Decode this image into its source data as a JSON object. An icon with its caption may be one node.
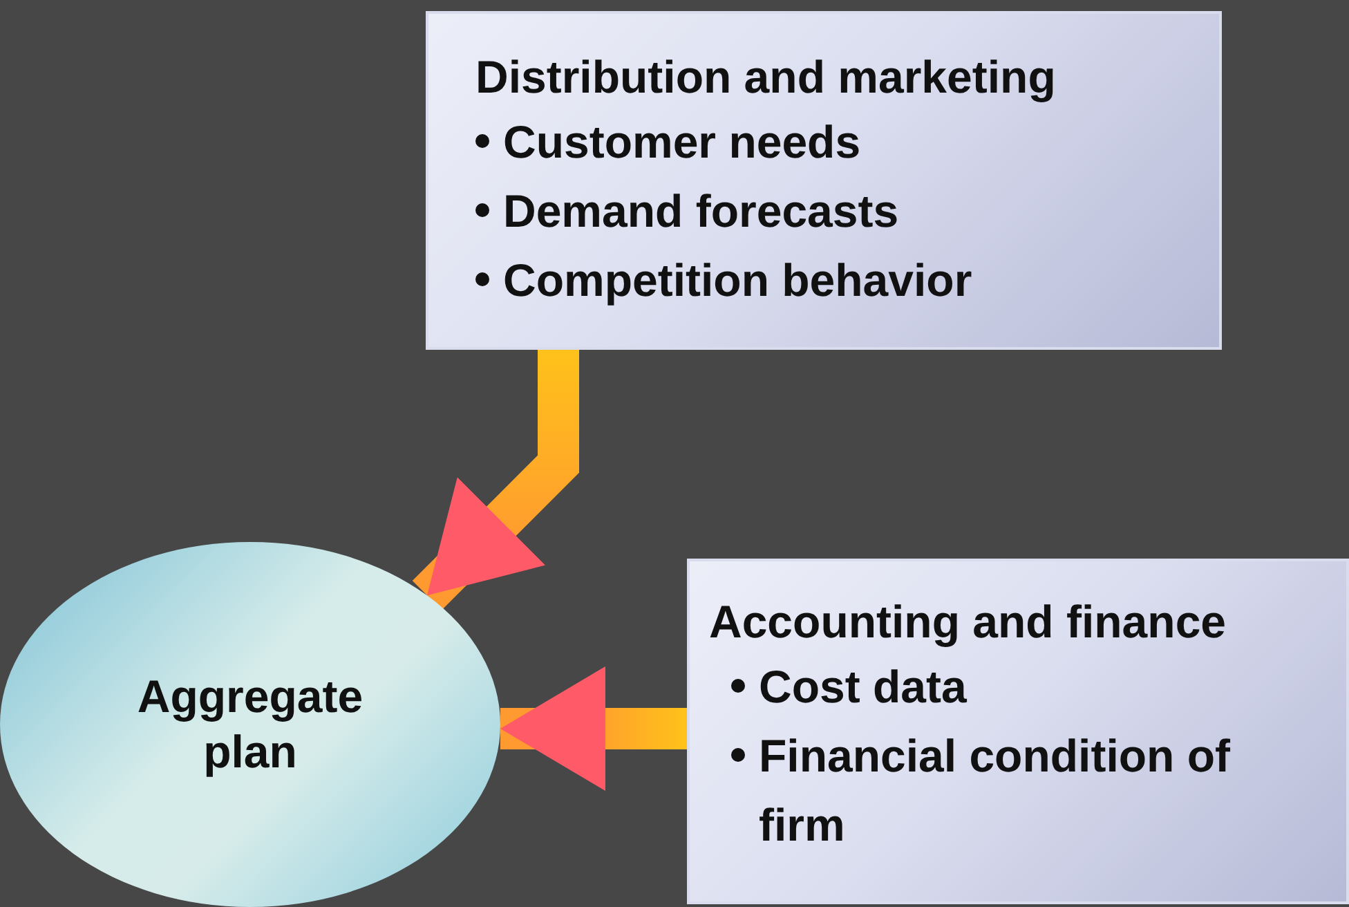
{
  "diagram": {
    "nodes": [
      {
        "text": [
          "Distribution and marketing",
          "Customer needs",
          "Demand forecasts",
          "Competition behavior"
        ]
      },
      {
        "text": [
          "Aggregate plan"
        ]
      },
      {
        "text": [
          "Accounting and finance",
          "Cost data",
          "Financial condition of firm"
        ]
      }
    ],
    "edges": [
      {
        "from": 0,
        "to": 1,
        "arrow": "to",
        "style": "thick"
      },
      {
        "from": 2,
        "to": 1,
        "arrow": "to",
        "style": "thick"
      }
    ]
  }
}
